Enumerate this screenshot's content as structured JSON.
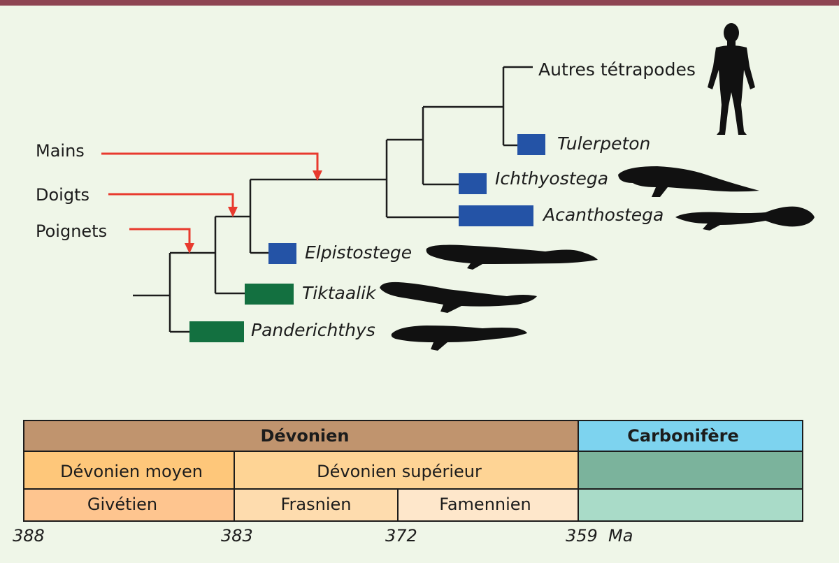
{
  "traits": {
    "hands": "Mains",
    "fingers": "Doigts",
    "wrists": "Poignets"
  },
  "taxa": {
    "other_tetrapods": "Autres tétrapodes",
    "tulerpeton": "Tulerpeton",
    "ichthyostega": "Ichthyostega",
    "acanthostega": "Acanthostega",
    "elpistostege": "Elpistostege",
    "tiktaalik": "Tiktaalik",
    "panderichthys": "Panderichthys"
  },
  "timescale": {
    "period_devonian": "Dévonien",
    "period_carboniferous": "Carbonifère",
    "epoch_middle": "Dévonien moyen",
    "epoch_upper": "Dévonien supérieur",
    "stage_givetian": "Givétien",
    "stage_frasnian": "Frasnien",
    "stage_famennian": "Famennien",
    "tick_388": "388",
    "tick_383": "383",
    "tick_372": "372",
    "tick_359": "359",
    "unit": "Ma"
  },
  "colors": {
    "top_bar": "#8e4552",
    "background": "#eff6e8",
    "trait_arrow": "#e83a2e",
    "range_blue": "#2453a6",
    "range_green": "#137040",
    "devonian": "#c0946e",
    "carboniferous": "#7dd3ef",
    "middle_devonian": "#fec77a",
    "upper_devonian": "#fed495",
    "givetian": "#fec58f",
    "frasnian": "#fedcae",
    "famennian": "#fee7cb",
    "carb_epoch": "#7bb39c",
    "carb_stage": "#a9dbc8"
  }
}
